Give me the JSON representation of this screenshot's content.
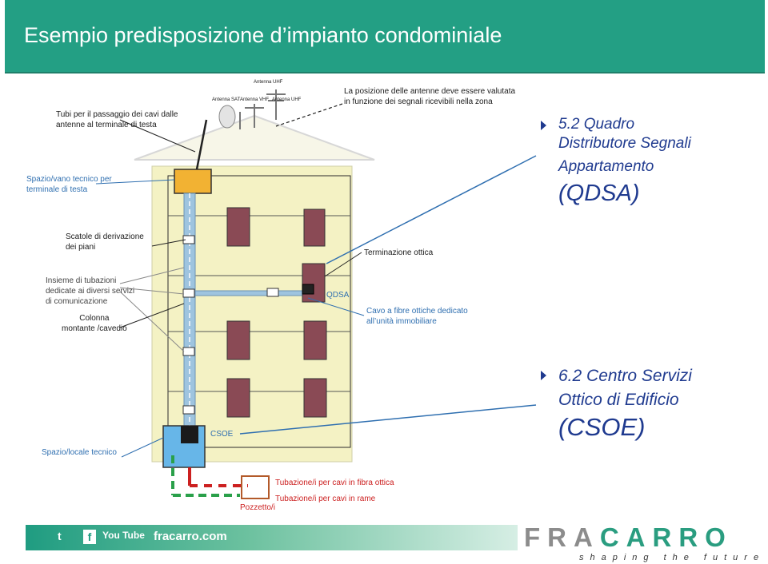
{
  "slide": {
    "title": "Esempio predisposizione d’impianto condominiale"
  },
  "diagram": {
    "labels": {
      "antenna_uhf_top": "Antenna UHF",
      "antenna_sat": "Antenna SAT",
      "antenna_vhf": "Antenna VHF",
      "antenna_uhf": "Antenna UHF",
      "antenna_position_1": "La posizione delle antenne deve essere valutata",
      "antenna_position_2": "in funzione dei segnali ricevibili nella zona",
      "tubes_1": "Tubi per il passaggio dei cavi dalle",
      "tubes_2": "antenne al terminale di testa",
      "space_head_1": "Spazio/vano tecnico per",
      "space_head_2": "terminale di testa",
      "boxes_1": "Scatole di derivazione",
      "boxes_2": "dei piani",
      "termination": "Terminazione ottica",
      "tubing_1": "Insieme di tubazioni",
      "tubing_2": "dedicate ai diversi servizi",
      "tubing_3": "di comunicazione",
      "qdsa": "QDSA",
      "fiber_cable_1": "Cavo a fibre ottiche dedicato",
      "fiber_cable_2": "all’unità immobiliare",
      "column_1": "Colonna",
      "column_2": "montante /cavedio",
      "csoe": "CSOE",
      "tech_space": "Spazio/locale tecnico",
      "tube_fiber": "Tubazione/i per cavi in fibra ottica",
      "tube_copper": "Tubazione/i per cavi in rame",
      "well": "Pozzetto/i"
    }
  },
  "bullets": [
    {
      "lines": [
        "5.2 Quadro",
        "Distributore Segnali",
        "Appartamento",
        "(QDSA)"
      ]
    },
    {
      "lines": [
        "6.2 Centro Servizi",
        "Ottico di Edificio",
        "(CSOE)"
      ]
    }
  ],
  "footer": {
    "twitter": "t",
    "facebook": "f",
    "youtube": "You Tube",
    "site": "fracarro.com",
    "logo_part1": "FRA",
    "logo_part2": "CARRO",
    "tagline": "shaping the future"
  },
  "colors": {
    "title_bg": "#239f84",
    "bullet_text": "#1f3a8f",
    "wall": "#f4f2c4",
    "window": "#8a4a55",
    "fiber_tube": "#cc2020",
    "copper_tube": "#2aa04a",
    "riser": "#9ec4df",
    "csoe_box": "#67b6e8",
    "head_box": "#f2b233"
  }
}
